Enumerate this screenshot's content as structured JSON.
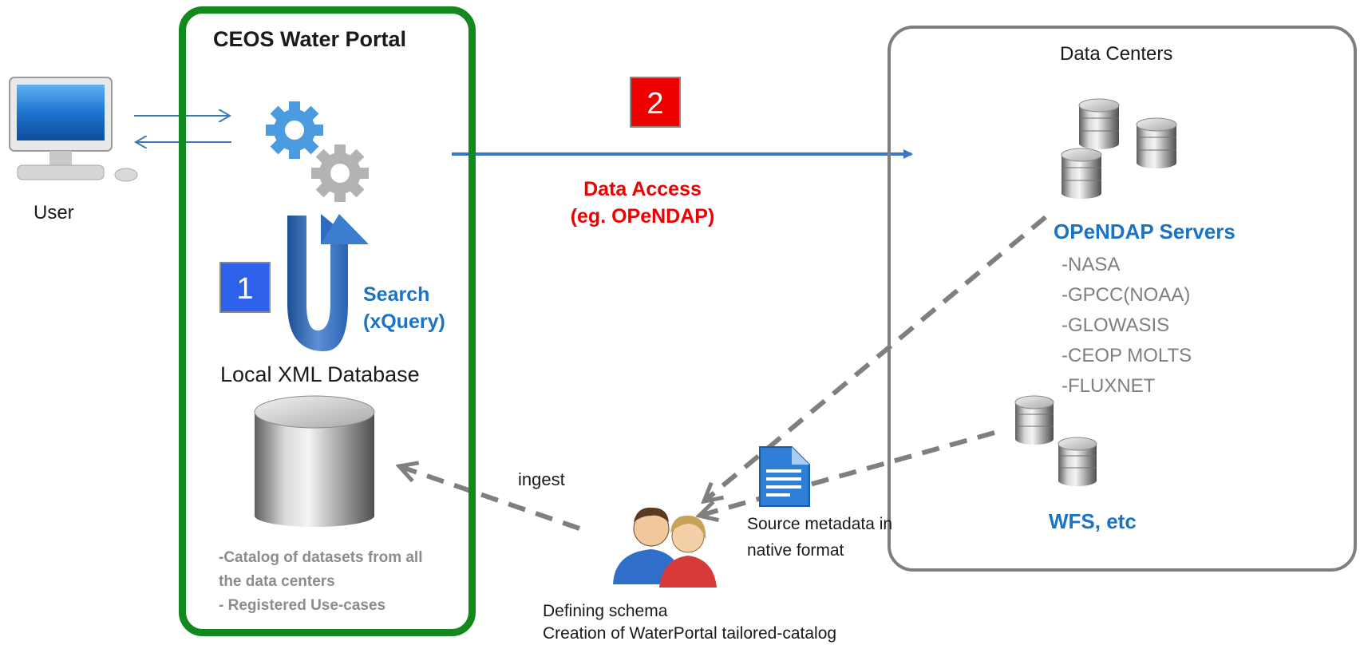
{
  "portal": {
    "title": "CEOS Water Portal",
    "search_line1": "Search",
    "search_line2": "(xQuery)",
    "local_db_label": "Local XML Database",
    "catalog_line1": "-Catalog of datasets from all",
    "catalog_line2": "the data centers",
    "catalog_line3": "- Registered Use-cases"
  },
  "user": {
    "label": "User"
  },
  "steps": {
    "step1": "1",
    "step2": "2"
  },
  "data_access": {
    "line1": "Data Access",
    "line2": "(eg. OPeNDAP)"
  },
  "data_centers": {
    "title": "Data Centers",
    "opendap_label": "OPeNDAP Servers",
    "servers": [
      "-NASA",
      "-GPCC(NOAA)",
      "-GLOWASIS",
      "-CEOP MOLTS",
      "-FLUXNET"
    ],
    "wfs_label": "WFS, etc"
  },
  "ingest": {
    "label": "ingest"
  },
  "source_metadata": {
    "line1": "Source metadata in",
    "line2": "native format"
  },
  "schema": {
    "line1": "Defining schema",
    "line2": "Creation of WaterPortal tailored-catalog"
  },
  "colors": {
    "portal_border": "#13891d",
    "datacenter_border": "#7f7f7f",
    "flow_arrow": "#3b78c2",
    "dashed_arrow": "#7f7f7f",
    "step1_badge": "#2f62ea",
    "step2_badge": "#ee0000",
    "accent_blue": "#1a73c4",
    "accent_red": "#ee0000"
  }
}
